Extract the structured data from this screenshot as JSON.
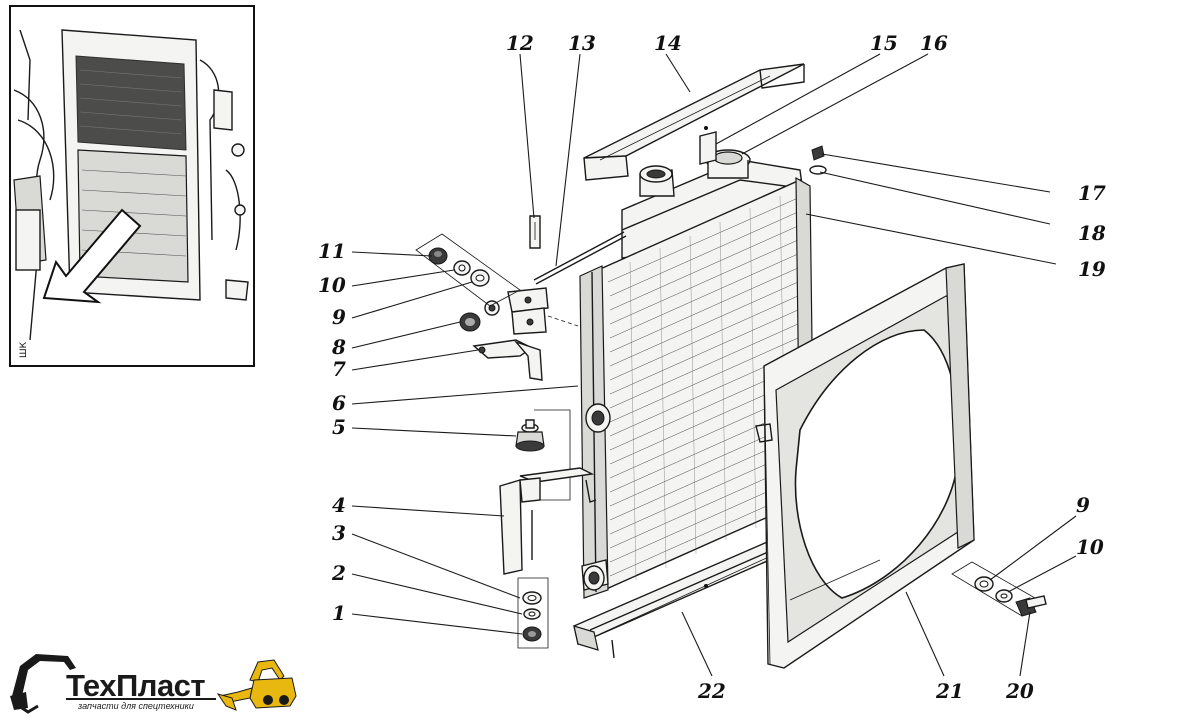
{
  "callouts": [
    {
      "id": "c1",
      "label": "1"
    },
    {
      "id": "c2",
      "label": "2"
    },
    {
      "id": "c3",
      "label": "3"
    },
    {
      "id": "c4",
      "label": "4"
    },
    {
      "id": "c5",
      "label": "5"
    },
    {
      "id": "c6",
      "label": "6"
    },
    {
      "id": "c7",
      "label": "7"
    },
    {
      "id": "c8",
      "label": "8"
    },
    {
      "id": "c9a",
      "label": "9"
    },
    {
      "id": "c10a",
      "label": "10"
    },
    {
      "id": "c11",
      "label": "11"
    },
    {
      "id": "c12",
      "label": "12"
    },
    {
      "id": "c13",
      "label": "13"
    },
    {
      "id": "c14",
      "label": "14"
    },
    {
      "id": "c15",
      "label": "15"
    },
    {
      "id": "c16",
      "label": "16"
    },
    {
      "id": "c17",
      "label": "17"
    },
    {
      "id": "c18",
      "label": "18"
    },
    {
      "id": "c19",
      "label": "19"
    },
    {
      "id": "c9b",
      "label": "9"
    },
    {
      "id": "c10b",
      "label": "10"
    },
    {
      "id": "c20",
      "label": "20"
    },
    {
      "id": "c21",
      "label": "21"
    },
    {
      "id": "c22",
      "label": "22"
    }
  ],
  "inset": {
    "corner_code": "ШК"
  },
  "logo": {
    "name": "ТехПласт",
    "tagline": "запчасти для спецтехники",
    "accent_color": "#e8b810",
    "ink_color": "#1a1a1a"
  }
}
